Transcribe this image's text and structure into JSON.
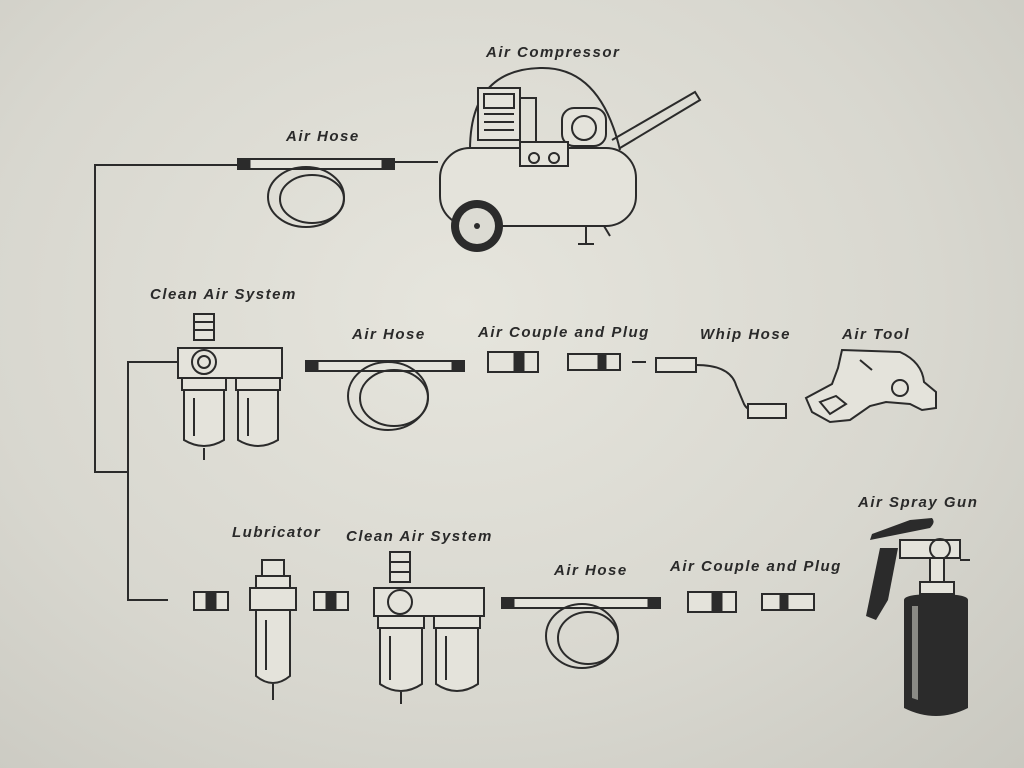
{
  "labels": {
    "air_compressor": "Air Compressor",
    "air_hose_top": "Air Hose",
    "clean_air_system_1": "Clean Air System",
    "air_hose_mid": "Air Hose",
    "air_couple_plug_mid": "Air Couple and Plug",
    "whip_hose": "Whip Hose",
    "air_tool": "Air Tool",
    "air_spray_gun": "Air Spray Gun",
    "lubricator": "Lubricator",
    "clean_air_system_2": "Clean Air System",
    "air_hose_bottom": "Air Hose",
    "air_couple_plug_bottom": "Air Couple and Plug"
  },
  "colors": {
    "ink": "#2b2b2b",
    "paper": "#e2e1d9"
  }
}
